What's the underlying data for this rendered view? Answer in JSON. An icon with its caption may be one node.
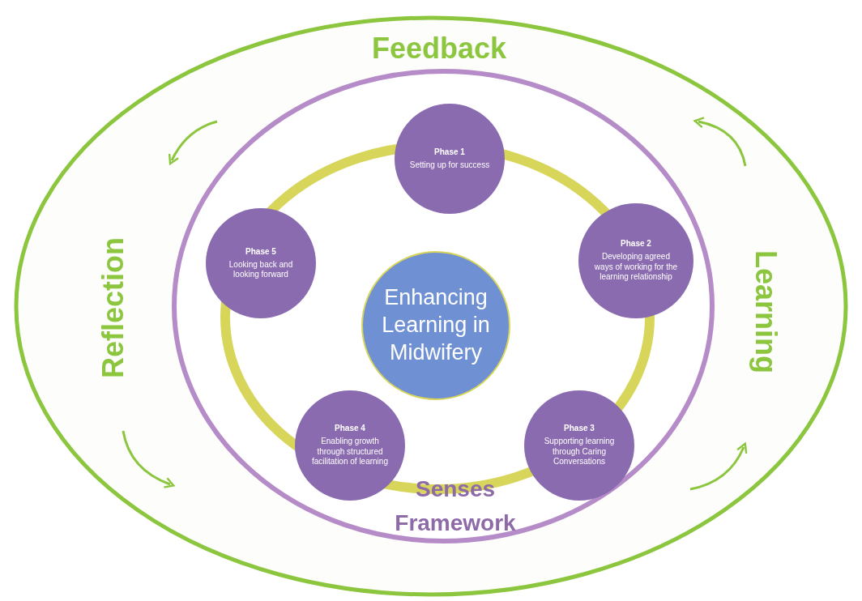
{
  "diagram": {
    "nodes": [
      {
        "text": [
          "Enhancing Learning in Midwifery"
        ]
      },
      {
        "text": [
          "Phase 1",
          "Setting up for success"
        ]
      },
      {
        "text": [
          "Phase 2",
          "Developing agreed ways of working for the learning relationship"
        ]
      },
      {
        "text": [
          "Phase 3",
          "Supporting learning through Caring Conversations"
        ]
      },
      {
        "text": [
          "Phase 4",
          "Enabling growth through structured facilitation of learning"
        ]
      },
      {
        "text": [
          "Phase 5",
          "Looking back and looking forward"
        ]
      }
    ],
    "labels": [
      "Feedback",
      "Reflection",
      "Learning",
      "Senses Framework"
    ]
  }
}
